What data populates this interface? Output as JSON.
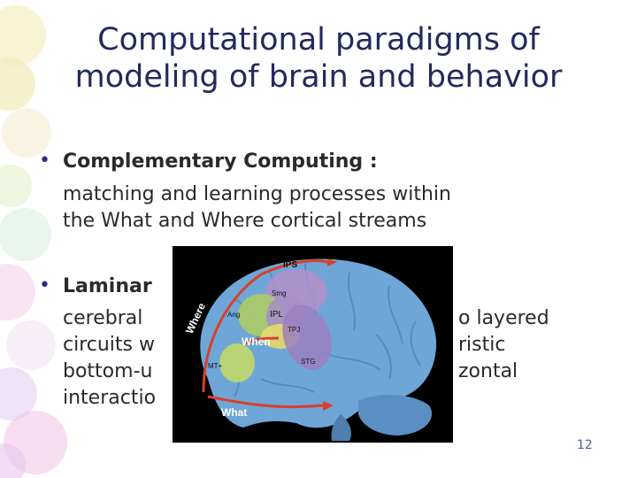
{
  "slide": {
    "title_line1": "Computational paradigms of",
    "title_line2": "modeling of brain and behavior",
    "bullet1_head": "Complementary Computing :",
    "bullet1_line1": "matching and learning processes within",
    "bullet1_line2": "the What and Where cortical streams",
    "bullet2_head": "Laminar",
    "bullet2_line1_left": "cerebral",
    "bullet2_line1_right": "o layered",
    "bullet2_line2_left": "circuits w",
    "bullet2_line2_right": "ristic",
    "bullet2_line3_left": "bottom-u",
    "bullet2_line3_right": "zontal",
    "bullet2_line4_left": "interactio",
    "page_number": "12"
  },
  "figure": {
    "labels": {
      "ips": "IPS",
      "smg": "Smg",
      "ang": "Ang",
      "ipl": "IPL",
      "tpj": "TPJ",
      "when": "When",
      "mt": "MT+",
      "stg": "STG",
      "where": "Where",
      "what": "What"
    }
  },
  "colors": {
    "title": "#222a5c",
    "brain": "#6fa6d8",
    "arrow": "#d8402a"
  }
}
